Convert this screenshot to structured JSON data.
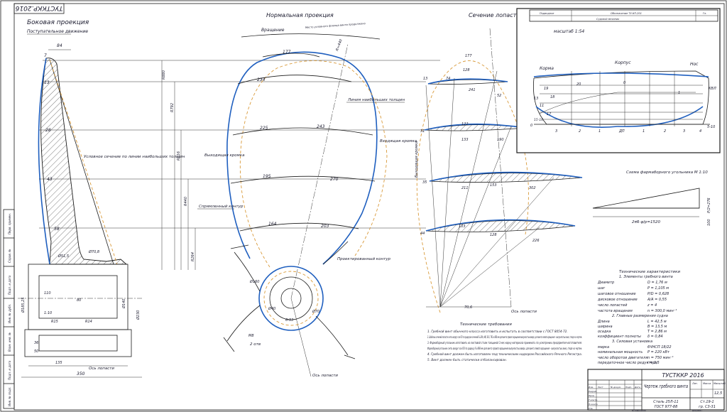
{
  "sheet": {
    "stamp_code": "ТУСТККР 2016",
    "stamp_code_rotated": "ТУСТККР.2016"
  },
  "views": {
    "side": {
      "title": "Боковая проекция",
      "subtitle": "Поступательное движение"
    },
    "normal": {
      "title": "Нормальная проекция",
      "rotation_label": "Вращение",
      "rotation_note": "Место условного фланца винта продолжено"
    },
    "sections": {
      "title": "Сечение лопасти"
    }
  },
  "side_labels": {
    "conditional_section": "Условное сечение по линии наибольших толщин",
    "blade_axis": "Ось лопасти",
    "dims": [
      "84",
      "7",
      "13",
      "28",
      "43",
      "58",
      "Ø51,5",
      "Ø70,8",
      "Ø185,25",
      "Ø230",
      "110",
      "80",
      "Ø140",
      "1:10",
      "36",
      "50",
      "135",
      "350",
      "R14",
      "R15"
    ]
  },
  "normal_labels": {
    "max_thickness_line": "Линия наибольших толщин",
    "leading_edge": "Входящая кромка",
    "trailing_edge": "Выходящая кромка",
    "straightened_contour": "Спрямленный контур",
    "projected_contour": "Проектированный контур",
    "blade_axis": "Ось лопасти",
    "bolt_note": "2 отв",
    "chords": [
      "177",
      "234",
      "225",
      "243",
      "195",
      "270",
      "164",
      "203"
    ],
    "radii": [
      "R880",
      "R792",
      "R616",
      "R440",
      "R264"
    ],
    "hub": [
      "Ø160",
      "Ø40",
      "M8",
      "6-93",
      "Ø70"
    ],
    "angle": "R=440"
  },
  "section_labels": {
    "leading_edge": "Выходящая кромка",
    "blade_axis": "Ось лопасти",
    "dims": [
      "177",
      "128",
      "74",
      "241",
      "52",
      "122",
      "133",
      "190",
      "211",
      "153",
      "302",
      "103",
      "128",
      "226",
      "70,6",
      "13",
      "31",
      "35",
      "44"
    ]
  },
  "inset": {
    "header": [
      "Подводное",
      "Обозначение ТУ-КП-201",
      "Гл.",
      "Судовой механик"
    ],
    "scale": "масштаб 1:54",
    "labels": {
      "stern": "Корма",
      "hull": "Корпус",
      "bow": "Нос",
      "waterline": "КВЛ"
    },
    "stations": [
      "0",
      "3",
      "2",
      "1",
      "ДП",
      "1",
      "2",
      "3",
      "4",
      "5-10"
    ],
    "station_marks": [
      "20",
      "19",
      "18",
      "17",
      "15-16",
      "11",
      "13",
      "0",
      "1"
    ]
  },
  "development": {
    "title": "Схема фармаборного угольника М 1:10",
    "dims": [
      "2πR·φ/p=1520",
      "P/2=276",
      "100"
    ]
  },
  "specs": {
    "title": "Технические характеристики",
    "section1": "1. Элементы гребного винта",
    "rows": [
      {
        "name": "Диаметр",
        "value": "D = 1,76 м"
      },
      {
        "name": "шаг",
        "value": "P = 1,105 м"
      },
      {
        "name": "шаговое отношение",
        "value": "P/D = 0,628"
      },
      {
        "name": "дисковое отношение",
        "value": "A/A = 0,55"
      },
      {
        "name": "число лопастей",
        "value": "z = 4"
      },
      {
        "name": "частота вращения",
        "value": "n = 300,0 мин⁻¹"
      }
    ],
    "section2": "2. Главные размерения судна",
    "rows2": [
      {
        "name": "Длина",
        "value": "L = 42,5 м"
      },
      {
        "name": "ширина",
        "value": "B = 13,5 м"
      },
      {
        "name": "осадка",
        "value": "T = 2,86 м"
      },
      {
        "name": "коэффициент полноты",
        "value": "δ = 0,84"
      }
    ],
    "section3": "3. Силовая установка",
    "rows3": [
      {
        "name": "марка",
        "value": "6ЧНСП 18/22"
      },
      {
        "name": "номинальная мощность",
        "value": "P = 220 кВт"
      },
      {
        "name": "число оборотов двигателя",
        "value": "n = 750 мин⁻¹"
      },
      {
        "name": "передаточное число редуктора",
        "value": "i = 2,5"
      }
    ]
  },
  "requirements": {
    "title": "Технические требования",
    "items": [
      "1. Гребной винт обычного класса изготовить и испытать в соответствии с ГОСТ 8054-72.",
      "2. Шаблоны сечений лопасти снять вокруг оси ОО по радиусам сечений R=264, 440, 616, 792 и 880 мм для винта правого вращения выпуклостью вверх, для винта левого вращения – выпуклостью вниз, глядя на чертеж.",
      "3. Фармаборный угольник изготовить из листовой стали толщиной 3 мм; марку материала принимать по усмотрению предприятия-изготовителя.",
      "Фармаборный угольник снять вокруг оси ОО по радиусу R=968 мм для винта правого вращения выпуклостью вверх, для винта левого вращения – выпуклостью вниз, глядя на чертеж.",
      "4. Гребной винт должен быть изготовлен под техническим надзором Российского Речного Регистра.",
      "5. Винт должен быть статически отбалансирован."
    ]
  },
  "title_block": {
    "code": "ТУСТККР 2016",
    "name": "Чертеж гребного винта",
    "material1": "Сталь 25Л-11",
    "material2": "ГОСТ 977-88",
    "sheet_info": [
      "Лит.",
      "Масса",
      "Масштаб",
      "12,5"
    ],
    "sheet_no": "Ст.19-1",
    "group": "гр. С3-31",
    "sign_rows": [
      "Изм.",
      "Лист",
      "№ докум.",
      "Подп.",
      "Дата",
      "Разраб.",
      "Пров.",
      "Т.контр.",
      "Н.контр.",
      "Утв."
    ],
    "footer": [
      "Копировал",
      "Формат"
    ]
  },
  "left_strip": [
    "Перв. примен.",
    "Справ. №",
    "Подп. и дата",
    "Инв. № дубл.",
    "Взам. инв. №",
    "Подп. и дата",
    "Инв. № подл."
  ]
}
